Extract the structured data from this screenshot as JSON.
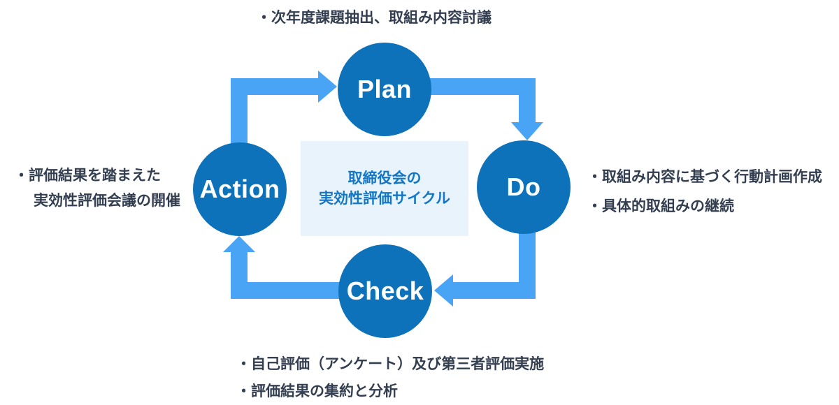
{
  "diagram": {
    "title_box": {
      "line1": "取締役会の",
      "line2": "実効性評価サイクル"
    },
    "nodes": {
      "plan": {
        "label": "Plan"
      },
      "do": {
        "label": "Do"
      },
      "check": {
        "label": "Check"
      },
      "action": {
        "label": "Action"
      }
    },
    "notes": {
      "top": {
        "line1": "・次年度課題抽出、取組み内容討議"
      },
      "right": {
        "line1": "・取組み内容に基づく行動計画作成",
        "line2": "・具体的取組みの継続"
      },
      "bottom": {
        "line1": "・自己評価（アンケート）及び第三者評価実施",
        "line2": "・評価結果の集約と分析"
      },
      "left": {
        "line1": "・評価結果を踏まえた",
        "line2": "実効性評価会議の開催"
      }
    },
    "colors": {
      "node_fill": "#0d72ba",
      "node_text": "#ffffff",
      "arrow": "#49a4f5",
      "box_bg": "#e9f3fc",
      "box_text": "#1377c5",
      "note_text": "#333f50"
    }
  }
}
